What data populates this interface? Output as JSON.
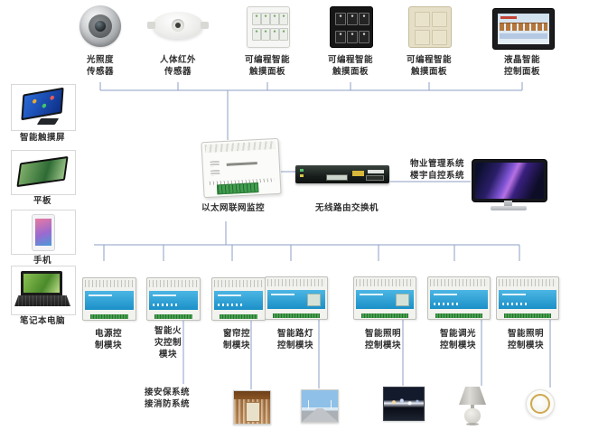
{
  "top_row": [
    {
      "device": "light-sensor",
      "line1": "光照度",
      "line2": "传感器"
    },
    {
      "device": "pir-sensor",
      "line1": "人体红外",
      "line2": "传感器"
    },
    {
      "device": "touch-panel-white",
      "line1": "可编程智能",
      "line2": "触摸面板"
    },
    {
      "device": "touch-panel-black",
      "line1": "可编程智能",
      "line2": "触摸面板"
    },
    {
      "device": "touch-panel-beige",
      "line1": "可编程智能",
      "line2": "触摸面板"
    },
    {
      "device": "lcd-control-panel",
      "line1": "液晶智能",
      "line2": "控制面板"
    }
  ],
  "left_column": [
    {
      "device": "smart-touchscreen",
      "label": "智能触摸屏"
    },
    {
      "device": "tablet",
      "label": "平板"
    },
    {
      "device": "phone",
      "label": "手机"
    },
    {
      "device": "laptop",
      "label": "笔记本电脑"
    }
  ],
  "center": {
    "gateway_label": "以太网联网监控",
    "router_label": "无线路由交换机",
    "management_line1": "物业管理系统",
    "management_line2": "楼宇自控系统"
  },
  "bottom_row": [
    {
      "device": "power-control-module",
      "lines": [
        "电源控",
        "制模块"
      ]
    },
    {
      "device": "fire-control-module",
      "lines": [
        "智能火",
        "灾控制",
        "模块"
      ]
    },
    {
      "device": "curtain-control-module",
      "lines": [
        "窗帘控",
        "制模块"
      ]
    },
    {
      "device": "street-lamp-control-module",
      "lines": [
        "智能路灯",
        "控制模块"
      ]
    },
    {
      "device": "lighting-control-module",
      "lines": [
        "智能照明",
        "控制模块"
      ]
    },
    {
      "device": "dimming-control-module",
      "lines": [
        "智能调光",
        "控制模块"
      ]
    },
    {
      "device": "lighting-control-module-2",
      "lines": [
        "智能照明",
        "控制模块"
      ]
    }
  ],
  "annotations": {
    "security_line1": "接安保系统",
    "security_line2": "接消防系统"
  },
  "colors": {
    "connector_line": "#8e9fc6",
    "module_panel_blue": "#2aa6de",
    "terminal_green": "#43a04c",
    "background": "#ffffff"
  }
}
